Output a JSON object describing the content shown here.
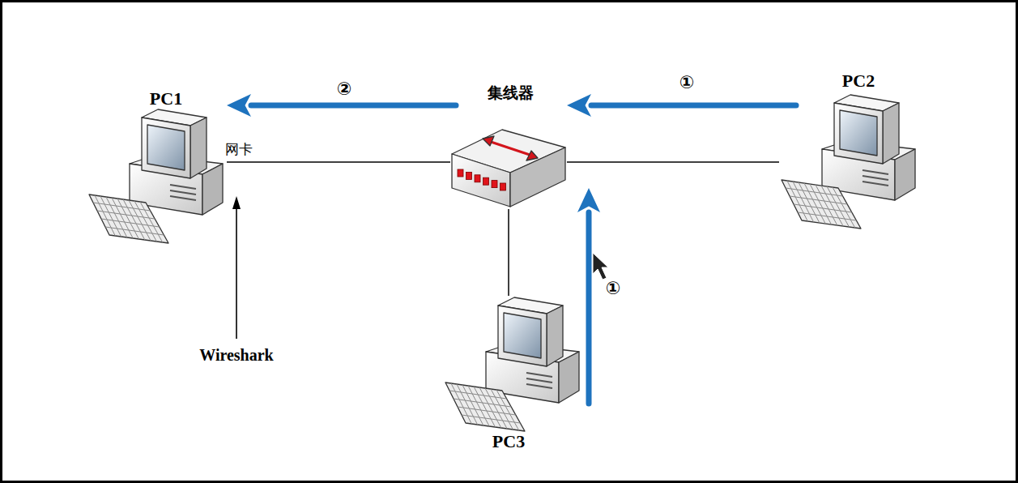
{
  "diagram": {
    "nodes": [
      {
        "text": [
          "PC1"
        ]
      },
      {
        "text": [
          "集线器"
        ]
      },
      {
        "text": [
          "PC2"
        ]
      },
      {
        "text": [
          "PC3"
        ]
      }
    ],
    "edges": [
      {
        "from": 0,
        "to": 1,
        "arrow": "none"
      },
      {
        "from": 1,
        "to": 2,
        "arrow": "none"
      },
      {
        "from": 1,
        "to": 3,
        "arrow": "none"
      }
    ],
    "labels": [
      "②",
      "①",
      "网卡",
      "①",
      "Wireshark"
    ]
  }
}
